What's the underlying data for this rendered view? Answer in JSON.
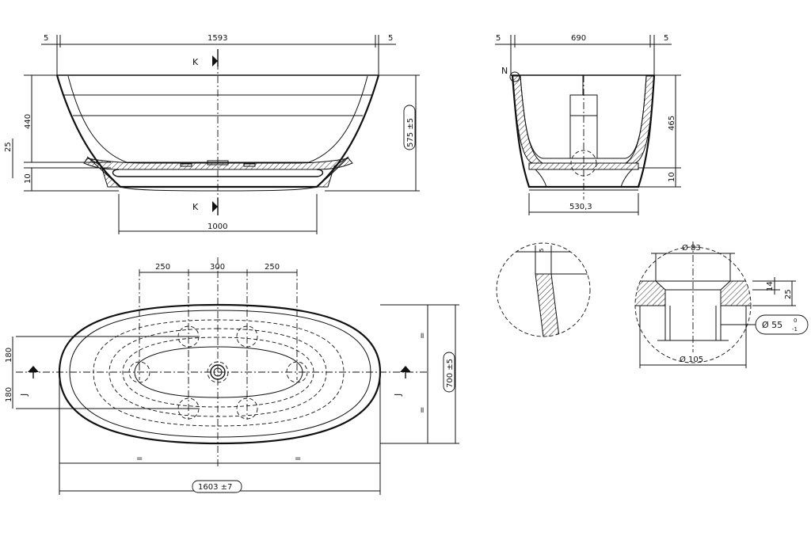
{
  "front_view": {
    "edge_left": "5",
    "overall_top": "1593",
    "edge_right": "5",
    "height_rim": "440",
    "base_step": "25",
    "bottom_gap": "10",
    "total_height": "575 ±5",
    "base_width": "1000",
    "section_marker_top": "K",
    "section_marker_bottom": "K"
  },
  "side_view": {
    "edge_left": "5",
    "width": "690",
    "edge_right": "5",
    "detail_marker": "N",
    "height": "465",
    "bottom_gap": "10",
    "base_width": "530,3"
  },
  "plan_view": {
    "spacing_left": "250",
    "spacing_mid": "300",
    "spacing_right": "250",
    "half_upper": "180",
    "half_lower": "180",
    "width": "700 ±5",
    "length": "1603 ±7",
    "equal_mark": "=",
    "section_marker_left": "J",
    "section_marker_right": "J"
  },
  "detail_n": {
    "rim_thickness": "5"
  },
  "detail_drain": {
    "top_diameter": "Ø 83",
    "flange_height": "14",
    "depth": "25",
    "hole_diameter": "Ø 55",
    "tol_upper": "0",
    "tol_lower": "-1",
    "outer_diameter": "Ø 105"
  }
}
